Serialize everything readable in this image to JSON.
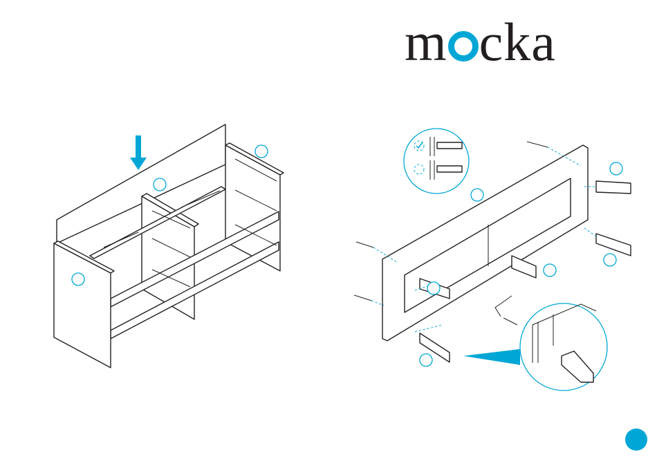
{
  "brand": {
    "name": "mocka",
    "prefix": "m",
    "suffix": "cka",
    "accent_color": "#00a6d6",
    "text_color": "#231f20"
  },
  "icons": {
    "arrow": "down-arrow-icon",
    "correct": "check-circle-icon",
    "incorrect": "empty-circle-icon",
    "page_indicator": "page-dot-icon"
  }
}
